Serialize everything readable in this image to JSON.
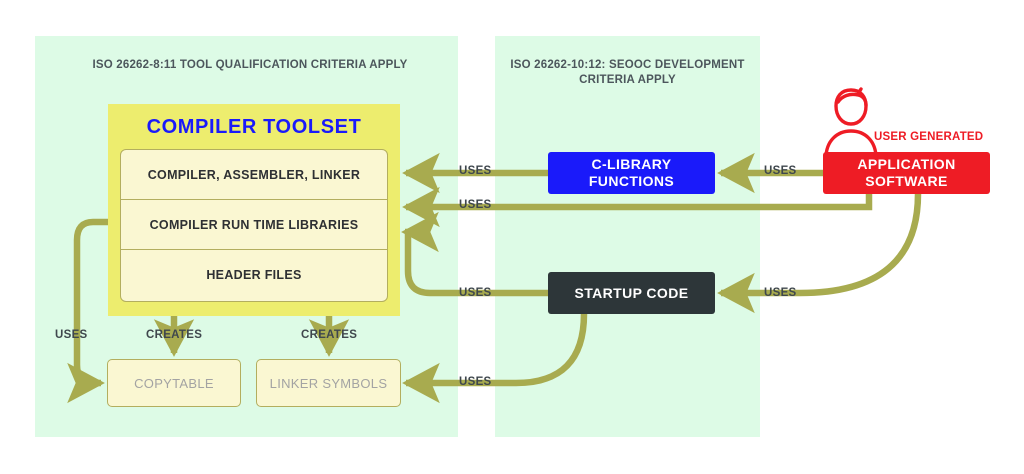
{
  "panels": {
    "left": {
      "title": "ISO 26262-8:11 TOOL QUALIFICATION CRITERIA APPLY"
    },
    "right": {
      "title": "ISO 26262-10:12: SEOOC DEVELOPMENT CRITERIA APPLY"
    }
  },
  "toolset": {
    "title": "COMPILER TOOLSET",
    "rows": [
      "COMPILER, ASSEMBLER, LINKER",
      "COMPILER RUN TIME LIBRARIES",
      "HEADER FILES"
    ]
  },
  "artifacts": [
    {
      "label": "COPYTABLE"
    },
    {
      "label": "LINKER SYMBOLS"
    }
  ],
  "boxes": {
    "clibrary": "C-LIBRARY FUNCTIONS",
    "startup": "STARTUP CODE",
    "application": "APPLICATION SOFTWARE"
  },
  "annotations": {
    "user_generated": "USER GENERATED"
  },
  "edges": [
    {
      "id": "uses-1",
      "label": "USES",
      "from": "C-LIBRARY FUNCTIONS",
      "to": "COMPILER, ASSEMBLER, LINKER"
    },
    {
      "id": "uses-2",
      "label": "USES",
      "from": "APPLICATION SOFTWARE",
      "to": "COMPILER RUN TIME LIBRARIES"
    },
    {
      "id": "uses-3",
      "label": "USES",
      "from": "STARTUP CODE",
      "to": "COMPILER RUN TIME LIBRARIES"
    },
    {
      "id": "uses-4",
      "label": "USES",
      "from": "STARTUP CODE",
      "to": "LINKER SYMBOLS"
    },
    {
      "id": "uses-5",
      "label": "USES",
      "from": "APPLICATION SOFTWARE",
      "to": "C-LIBRARY FUNCTIONS"
    },
    {
      "id": "uses-6",
      "label": "USES",
      "from": "APPLICATION SOFTWARE",
      "to": "STARTUP CODE"
    },
    {
      "id": "uses-7",
      "label": "USES",
      "from": "COMPILER RUN TIME LIBRARIES",
      "to": "COPYTABLE"
    },
    {
      "id": "creates-1",
      "label": "CREATES",
      "from": "COMPILER TOOLSET",
      "to": "COPYTABLE"
    },
    {
      "id": "creates-2",
      "label": "CREATES",
      "from": "COMPILER TOOLSET",
      "to": "LINKER SYMBOLS"
    }
  ],
  "colors": {
    "panel_background": "#ddfbe6",
    "toolset_yellow": "#eded6e",
    "toolset_row": "#faf7d2",
    "accent_blue": "#1a1afa",
    "accent_red": "#ee1c25",
    "dark_box": "#2d3639",
    "arrow_olive": "#a8ab4f"
  },
  "icons": {
    "user": "user-icon"
  }
}
